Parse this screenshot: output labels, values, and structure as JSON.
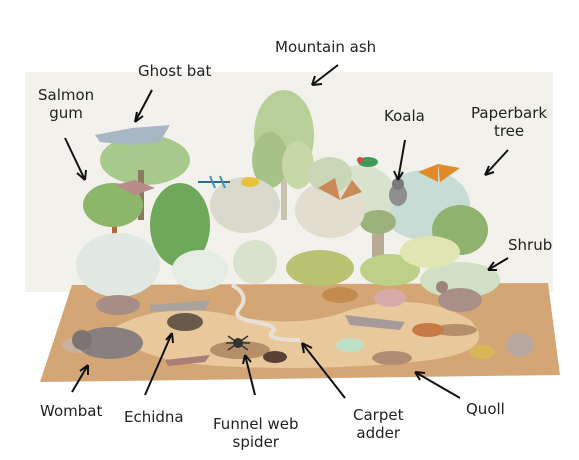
{
  "labels": {
    "mountain_ash": "Mountain ash",
    "ghost_bat": "Ghost bat",
    "salmon_gum_1": "Salmon",
    "salmon_gum_2": "gum",
    "koala": "Koala",
    "paperbark_1": "Paperbark",
    "paperbark_2": "tree",
    "shrub": "Shrub",
    "wombat": "Wombat",
    "echidna": "Echidna",
    "funnel_1": "Funnel web",
    "funnel_2": "spider",
    "carpet_1": "Carpet",
    "carpet_2": "adder",
    "quoll": "Quoll"
  }
}
